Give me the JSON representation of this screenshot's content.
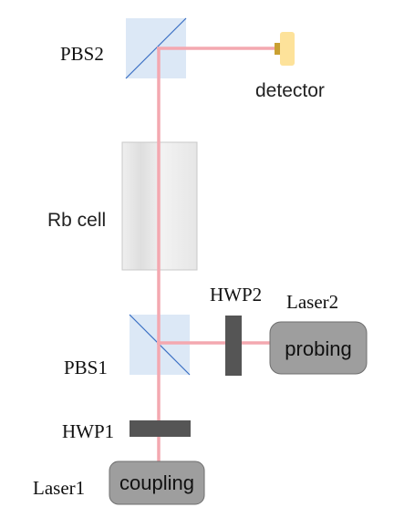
{
  "labels": {
    "pbs2": "PBS2",
    "detector": "detector",
    "rb_cell": "Rb cell",
    "hwp2": "HWP2",
    "laser2": "Laser2",
    "pbs1": "PBS1",
    "hwp1": "HWP1",
    "laser1": "Laser1"
  },
  "boxes": {
    "probing": "probing",
    "coupling": "coupling"
  },
  "colors": {
    "beam": "#f4a8b0",
    "splitter_fill": "#dce8f6",
    "splitter_line": "#3a6fc4",
    "waveplate": "#555555",
    "laser_box": "#9e9e9e",
    "laser_box_border": "#6e6e6e",
    "detector_body": "#fde29a",
    "detector_lens": "#c9a032",
    "cell_fill": "#e9e9e9",
    "cell_border": "#c8c8c8"
  }
}
